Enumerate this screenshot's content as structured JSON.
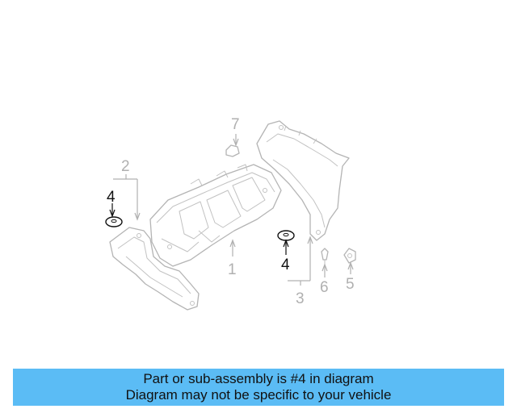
{
  "diagram": {
    "callouts": {
      "part_1": "1",
      "part_2": "2",
      "part_3": "3",
      "part_4_left": "4",
      "part_4_right": "4",
      "part_5": "5",
      "part_6": "6",
      "part_7": "7"
    },
    "colors": {
      "line_art": "#b4b4b4",
      "highlight": "#111111"
    }
  },
  "banner": {
    "line1": "Part or sub-assembly is #4 in diagram",
    "line2": "Diagram may not be specific to your vehicle",
    "background": "#5bbcf5"
  }
}
